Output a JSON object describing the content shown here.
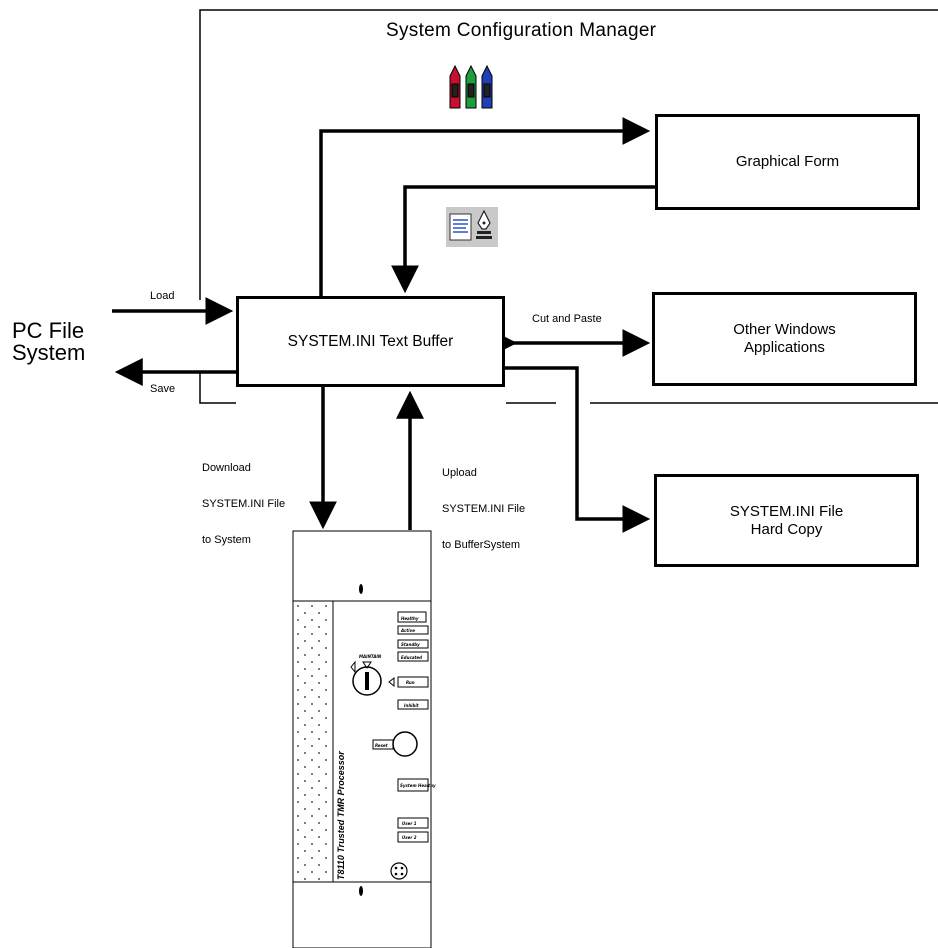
{
  "title": "System Configuration Manager",
  "pc_file_system": [
    "PC File",
    "System"
  ],
  "boxes": {
    "text_buffer": "SYSTEM.INI Text Buffer",
    "graphical_form": "Graphical Form",
    "other_apps": [
      "Other Windows",
      "Applications"
    ],
    "hard_copy": [
      "SYSTEM.INI File",
      "Hard Copy"
    ]
  },
  "labels": {
    "load": "Load",
    "save": "Save",
    "cut_paste": "Cut and Paste",
    "download": [
      "Download",
      "SYSTEM.INI File",
      "to System"
    ],
    "upload": [
      "Upload",
      "SYSTEM.INI File",
      "to BufferSystem"
    ]
  },
  "processor": {
    "name": "T8110 Trusted TMR Processor",
    "key_label": "MAINTAIN",
    "indicators": [
      "Healthy",
      "Active",
      "Standby",
      "Educated",
      "Run",
      "Inhibit",
      "Reset",
      "System Healthy",
      "User 1",
      "User 2"
    ]
  },
  "icons": [
    "crayons-icon",
    "document-edit-icon"
  ],
  "colors": {
    "line": "#000000",
    "crayon_red": "#c8102e",
    "crayon_green": "#1e9e3a",
    "crayon_blue": "#1f3fb8"
  }
}
